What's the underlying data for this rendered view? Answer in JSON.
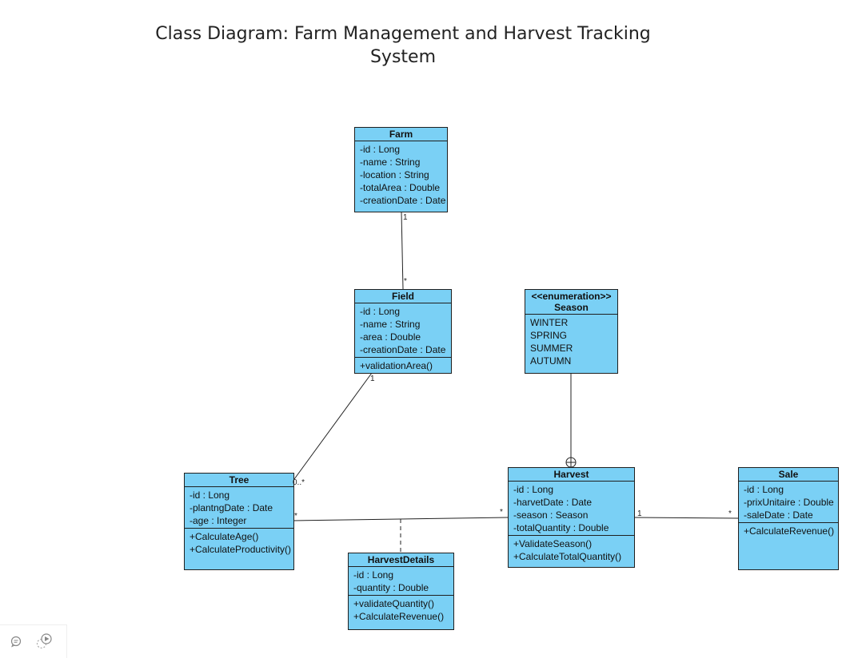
{
  "title": {
    "line1": "Class Diagram: Farm Management and Harvest Tracking",
    "line2": "System"
  },
  "colors": {
    "class_fill": "#7ad0f5",
    "border": "#1f1f1f"
  },
  "classes": {
    "farm": {
      "name": "Farm",
      "attributes": [
        "-id : Long",
        "-name : String",
        "-location : String",
        "-totalArea : Double",
        "-creationDate : Date"
      ],
      "operations": []
    },
    "field": {
      "name": "Field",
      "attributes": [
        "-id : Long",
        "-name : String",
        "-area : Double",
        "-creationDate : Date"
      ],
      "operations": [
        "+validationArea()"
      ]
    },
    "season": {
      "stereotype": "<<enumeration>>",
      "name": "Season",
      "literals": [
        "WINTER",
        "SPRING",
        "SUMMER",
        "AUTUMN"
      ]
    },
    "tree": {
      "name": "Tree",
      "attributes": [
        "-id : Long",
        "-plantngDate : Date",
        "-age : Integer"
      ],
      "operations": [
        "+CalculateAge()",
        "+CalculateProductivity()"
      ]
    },
    "harvest": {
      "name": "Harvest",
      "attributes": [
        "-id : Long",
        "-harvetDate : Date",
        "-season : Season",
        "-totalQuantity : Double"
      ],
      "operations": [
        "+ValidateSeason()",
        "+CalculateTotalQuantity()"
      ]
    },
    "sale": {
      "name": "Sale",
      "attributes": [
        "-id : Long",
        "-prixUnitaire : Double",
        "-saleDate : Date"
      ],
      "operations": [
        "+CalculateRevenue()"
      ]
    },
    "harvest_details": {
      "name": "HarvestDetails",
      "attributes": [
        "-id : Long",
        "-quantity : Double"
      ],
      "operations": [
        "+validateQuantity()",
        "+CalculateRevenue()"
      ]
    }
  },
  "multiplicities": {
    "farm_field_farm": "1",
    "farm_field_field": "*",
    "field_tree_field": "1",
    "field_tree_tree": "0..*",
    "tree_harvest_tree": "*",
    "tree_harvest_harvest": "*",
    "harvest_sale_harvest": "1",
    "harvest_sale_sale": "*"
  },
  "icons": [
    "comment-icon",
    "present-icon"
  ]
}
